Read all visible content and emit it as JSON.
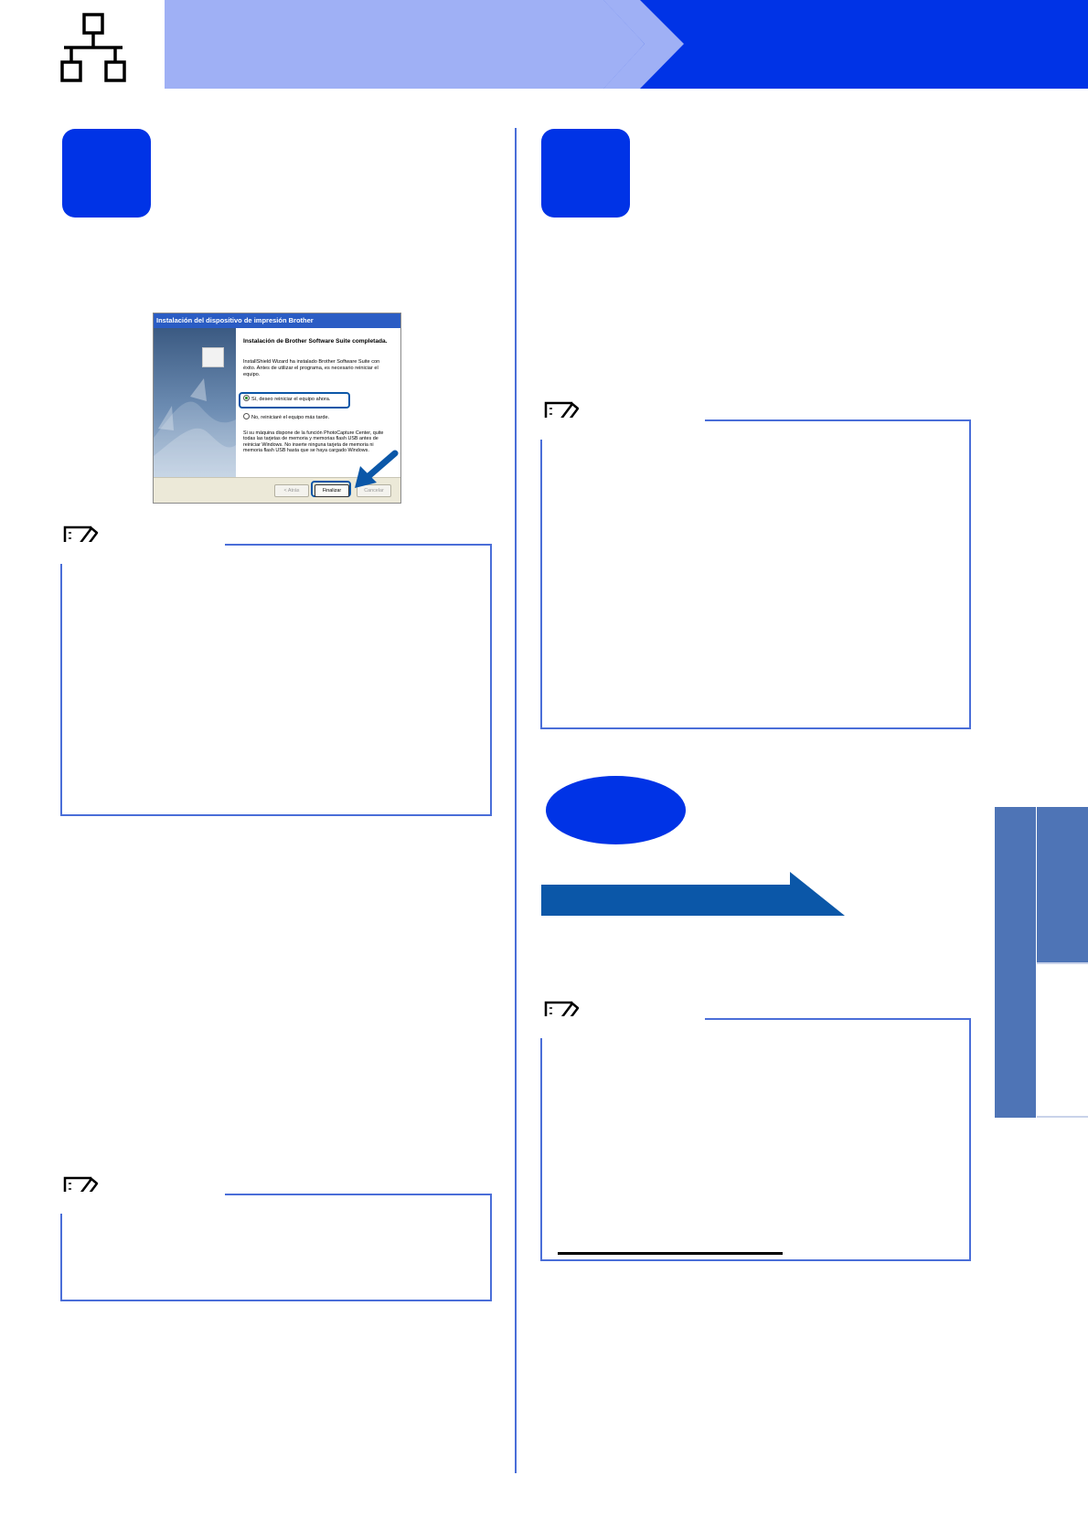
{
  "header": {
    "icon": "network-icon",
    "colors": {
      "band_light": "#9fb0f5",
      "band_dark": "#0033e6"
    }
  },
  "dialog": {
    "title": "Instalación del dispositivo de impresión Brother",
    "heading": "Instalación de Brother Software Suite completada.",
    "text": "InstallShield Wizard ha instalado Brother Software Suite con éxito. Antes de utilizar el programa, es necesario reiniciar el equipo.",
    "option_restart_now": "Sí, deseo reiniciar el equipo ahora.",
    "option_restart_later": "No, reiniciaré el equipo más tarde.",
    "note": "Si su máquina dispone de la función PhotoCapture Center, quite todas las tarjetas de memoria y memorias flash USB antes de reiniciar Windows. No inserte ninguna tarjeta de memoria ni memoria flash USB hasta que se haya cargado Windows.",
    "btn_back": "< Atrás",
    "btn_finish": "Finalizar",
    "btn_cancel": "Cancelar"
  },
  "icons": {
    "note": "note-pencil-icon",
    "arrow": "pointer-arrow-icon"
  },
  "colors": {
    "accent_blue": "#0033e6",
    "border_blue": "#4a6ed8",
    "tab_blue": "#4e74b6",
    "arrow_blue": "#0b57a8"
  }
}
